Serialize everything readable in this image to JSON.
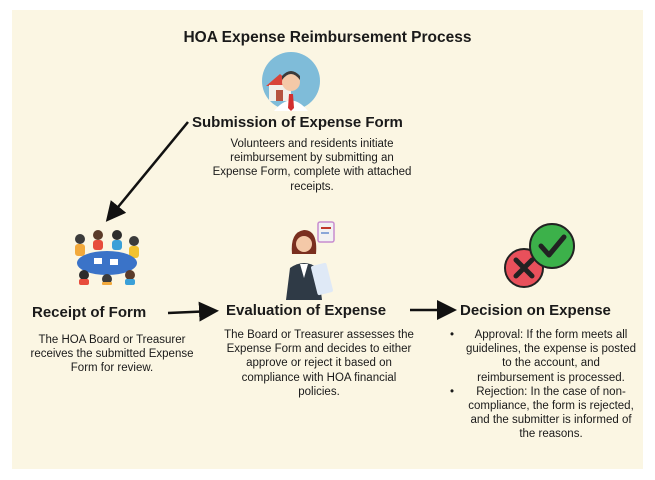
{
  "title": "HOA Expense Reimbursement Process",
  "steps": {
    "submission": {
      "title": "Submission of Expense Form",
      "desc": "Volunteers and residents initiate reimbursement by submitting an Expense Form, complete with attached receipts."
    },
    "receipt": {
      "title": "Receipt of Form",
      "desc": "The HOA Board or Treasurer receives the submitted Expense Form for review."
    },
    "evaluation": {
      "title": "Evaluation of Expense",
      "desc": "The Board or Treasurer assesses the Expense Form and decides to either approve or reject it based on compliance with HOA financial policies."
    },
    "decision": {
      "title": "Decision on Expense",
      "items": [
        "Approval: If the form meets all guidelines, the expense is posted to the account, and reimbursement is processed.",
        "Rejection: In the case of non-compliance, the form is rejected, and the submitter is informed of the reasons."
      ]
    }
  },
  "colors": {
    "background": "#fbf6e3",
    "arrow": "#111111",
    "approve_green": "#3cb14a",
    "reject_red": "#e8505b"
  },
  "icons": {
    "submission": "person-with-house-icon",
    "receipt": "meeting-table-icon",
    "evaluation": "woman-reviewing-document-icon",
    "decision": "check-and-cross-icon"
  }
}
